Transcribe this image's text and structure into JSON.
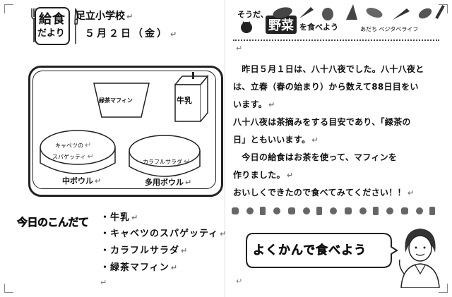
{
  "header": {
    "title_main": "給食",
    "title_sub": "だより",
    "school": "足立小学校",
    "date": "５月２日（金）"
  },
  "tray": {
    "items": [
      "緑茶マフィン",
      "牛乳",
      "キャベツの",
      "スパゲッティ",
      "カラフルサラダ"
    ],
    "bowls": [
      "中ボウル",
      "多用ボウル"
    ]
  },
  "menu": {
    "label": "今日のこんだて",
    "items": [
      "・牛乳",
      "・キャベツのスパゲッティ",
      "・カラフルサラダ",
      "・緑茶マフィン"
    ]
  },
  "right_banner": {
    "prefix": "そうだ、",
    "main": "野菜",
    "suffix": "を食べよう",
    "sub": "あだち ベジタベライフ"
  },
  "article": {
    "lines": [
      "　昨日５月１日は、八十八夜でした。八十八夜と",
      "は、立春（春の始まり）から数えて88日目をい",
      "います。",
      "八十八夜は茶摘みをする目安であり、「緑茶の",
      "日」ともいいます。",
      "　今日の給食はお茶を使って、マフィンを",
      "作りました。",
      "おいしくできたので食べてみてください！！"
    ]
  },
  "bubble": {
    "text": "よくかんで食べよう"
  },
  "colors": {
    "ink": "#111111",
    "paper": "#ffffff"
  }
}
